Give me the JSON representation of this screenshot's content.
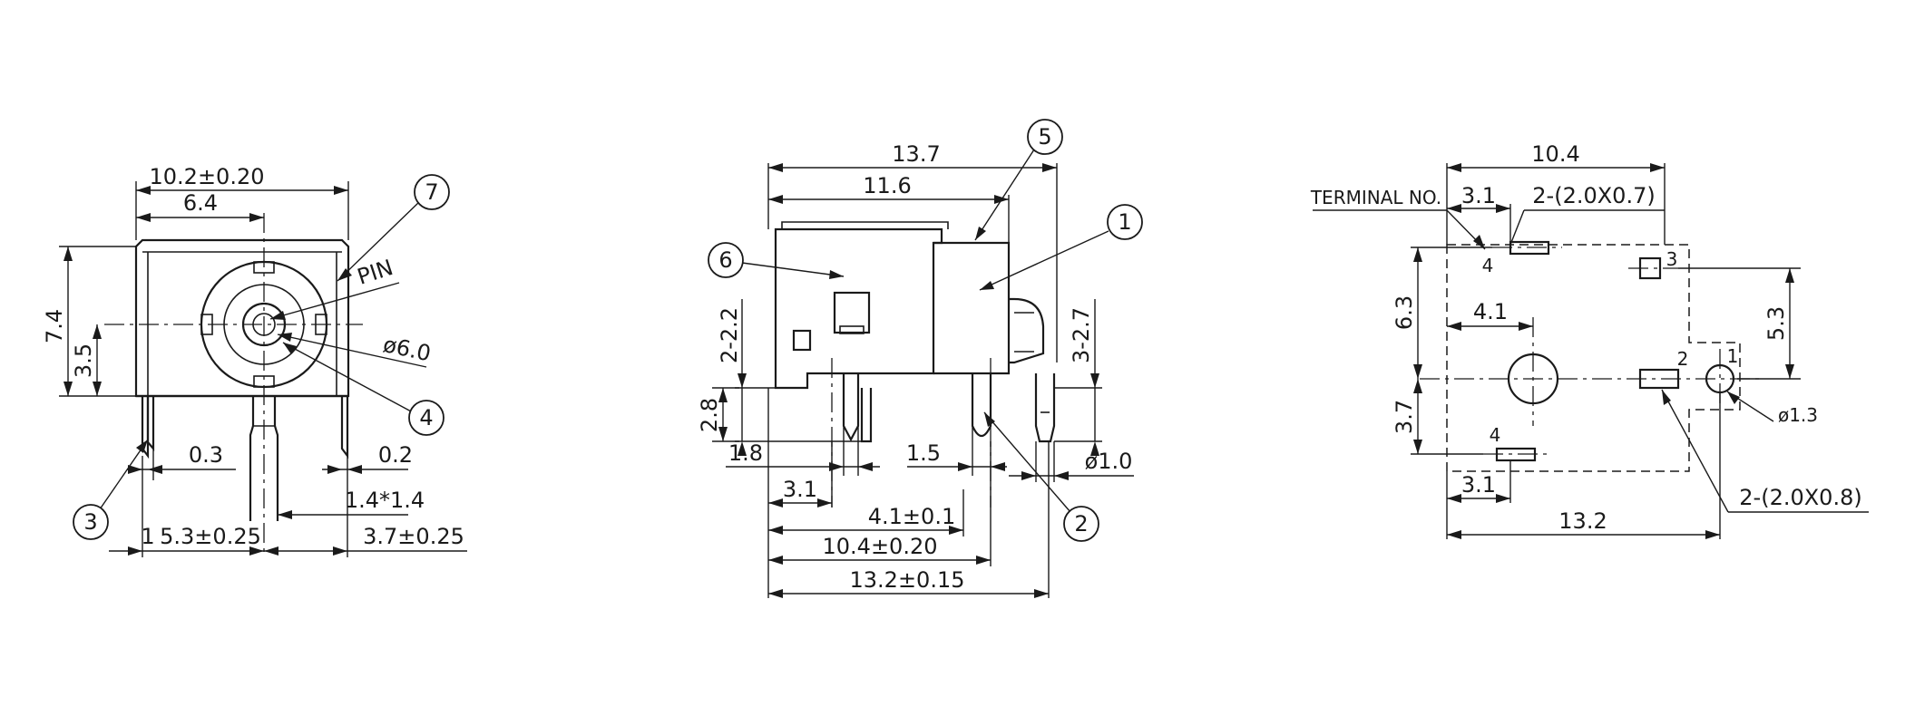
{
  "views": {
    "front": {
      "dims": {
        "width": "10.2±0.20",
        "center_x": "6.4",
        "height": "7.4",
        "center_y": "3.5",
        "pin_thk_left": "0.3",
        "pin_thk_right": "0.2",
        "pin_section": "1.4*1.4",
        "pitch_left": "5.3±0.25",
        "pitch_right": "3.7±0.25",
        "pin_left_tick": "1",
        "bore_dia": "ø6.0"
      },
      "labels": {
        "pin": "PIN"
      },
      "callouts": {
        "c7": "7",
        "c4": "4",
        "c3": "3"
      }
    },
    "side": {
      "dims": {
        "overall": "13.7",
        "body": "11.6",
        "left_pin_h": "2-2.2",
        "right_pin_h": "3-2.7",
        "standoff": "2.8",
        "left_pin_w": "1.8",
        "pin_w": "1.5",
        "pin_dia": "ø1.0",
        "pitch_a": "3.1",
        "pitch_b": "4.1±0.1",
        "pitch_c": "10.4±0.20",
        "pitch_d": "13.2±0.15"
      },
      "callouts": {
        "c5": "5",
        "c1": "1",
        "c6": "6",
        "c2": "2"
      }
    },
    "footprint": {
      "dims": {
        "width": "10.4",
        "pad_offset": "3.1",
        "slot_top": "2-(2.0X0.7)",
        "height_a": "6.3",
        "height_b": "3.7",
        "right_h": "5.3",
        "hole_x": "4.1",
        "hole_dia": "ø1.3",
        "bottom_offset": "3.1",
        "total": "13.2",
        "slot_bottom": "2-(2.0X0.8)"
      },
      "labels": {
        "terminal_no": "TERMINAL NO.",
        "t4_top": "4",
        "t3": "3",
        "t2": "2",
        "t1": "1",
        "t4_bottom": "4"
      }
    }
  }
}
